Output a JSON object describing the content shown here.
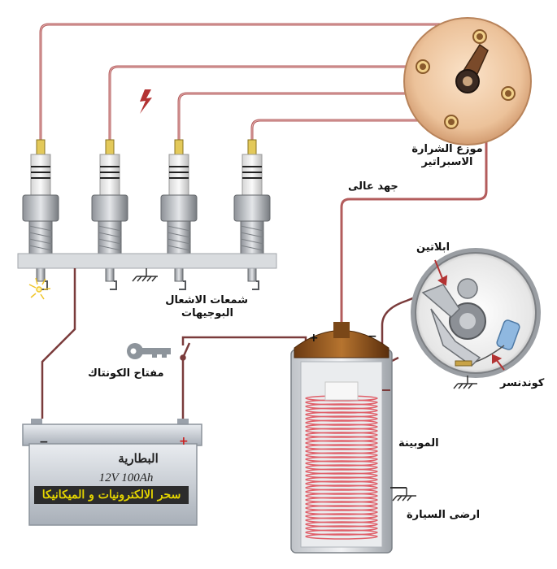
{
  "labels": {
    "distributor": "موزع الشرارة",
    "distributor_sub": "الاسبراتير",
    "high_voltage": "جهد عالى",
    "contact_points": "ابلاتين",
    "spark_plugs": "شمعات الاشعال",
    "spark_plugs_sub": "البوجيهات",
    "ignition_key": "مفتاح الكونتاك",
    "condenser": "كوندنسر",
    "coil": "الموبينة",
    "car_ground": "ارضى السيارة",
    "battery": "البطارية",
    "battery_rating": "12V  100Ah",
    "watermark": "سحر الالكترونيات و الميكانيكا"
  },
  "signs": {
    "plus": "+",
    "minus": "−"
  },
  "colors": {
    "wire": "#c46a6a",
    "wire_dark": "#7a2a2a",
    "distributor_cap": "#f0c7a1",
    "coil_winding": "#e0606a",
    "battery_body": "#c5cbd4",
    "battery_minus": "#222222",
    "battery_plus": "#cc1f1f",
    "watermark_text": "#e3d400"
  },
  "icons": [
    "spark-plug-icon",
    "lightning-icon",
    "key-icon",
    "ground-icon",
    "spark-icon"
  ]
}
